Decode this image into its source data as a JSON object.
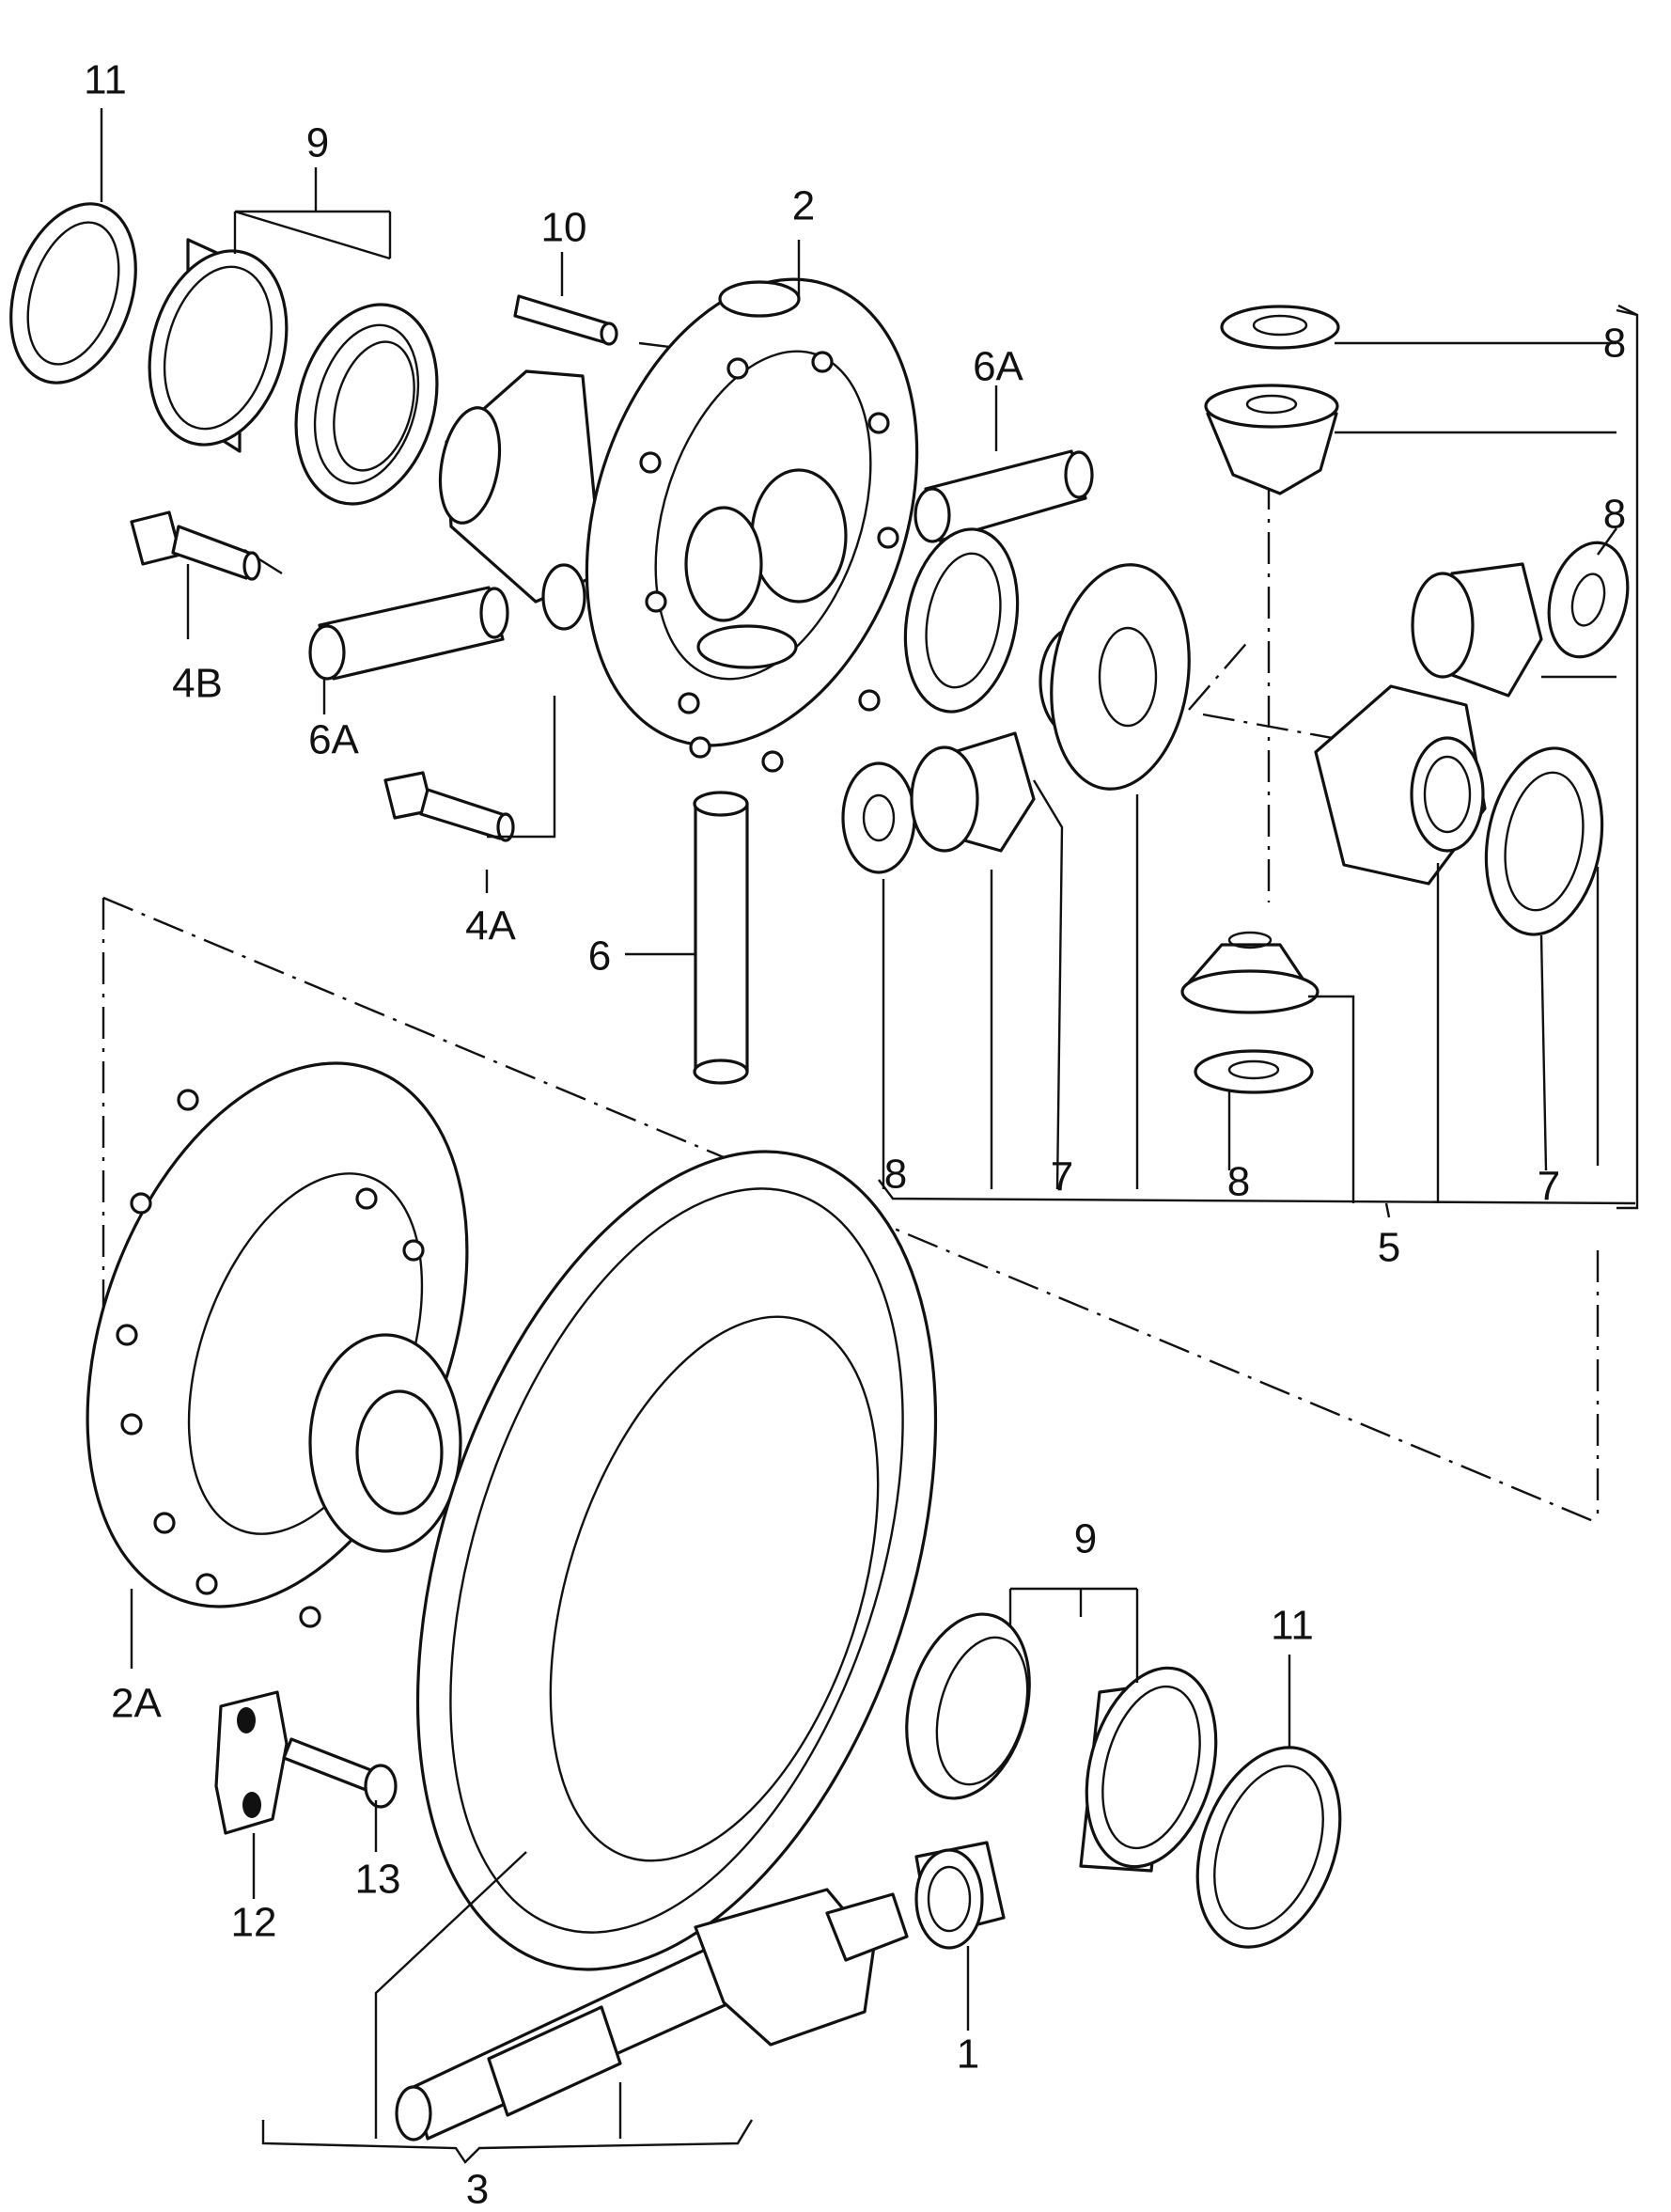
{
  "labels": {
    "p11_top": "11",
    "p9_top": "9",
    "p10": "10",
    "p2": "2",
    "p6a_right": "6A",
    "p8_top": "8",
    "p8_right": "8",
    "p4b": "4B",
    "p6a_left": "6A",
    "p4a": "4A",
    "p6": "6",
    "p8_lower_left": "8",
    "p7_left": "7",
    "p8_lower_mid": "8",
    "p7_right": "7",
    "p5": "5",
    "p2a": "2A",
    "p9_bottom": "9",
    "p11_bottom": "11",
    "p12": "12",
    "p13": "13",
    "p1": "1",
    "p3": "3"
  }
}
